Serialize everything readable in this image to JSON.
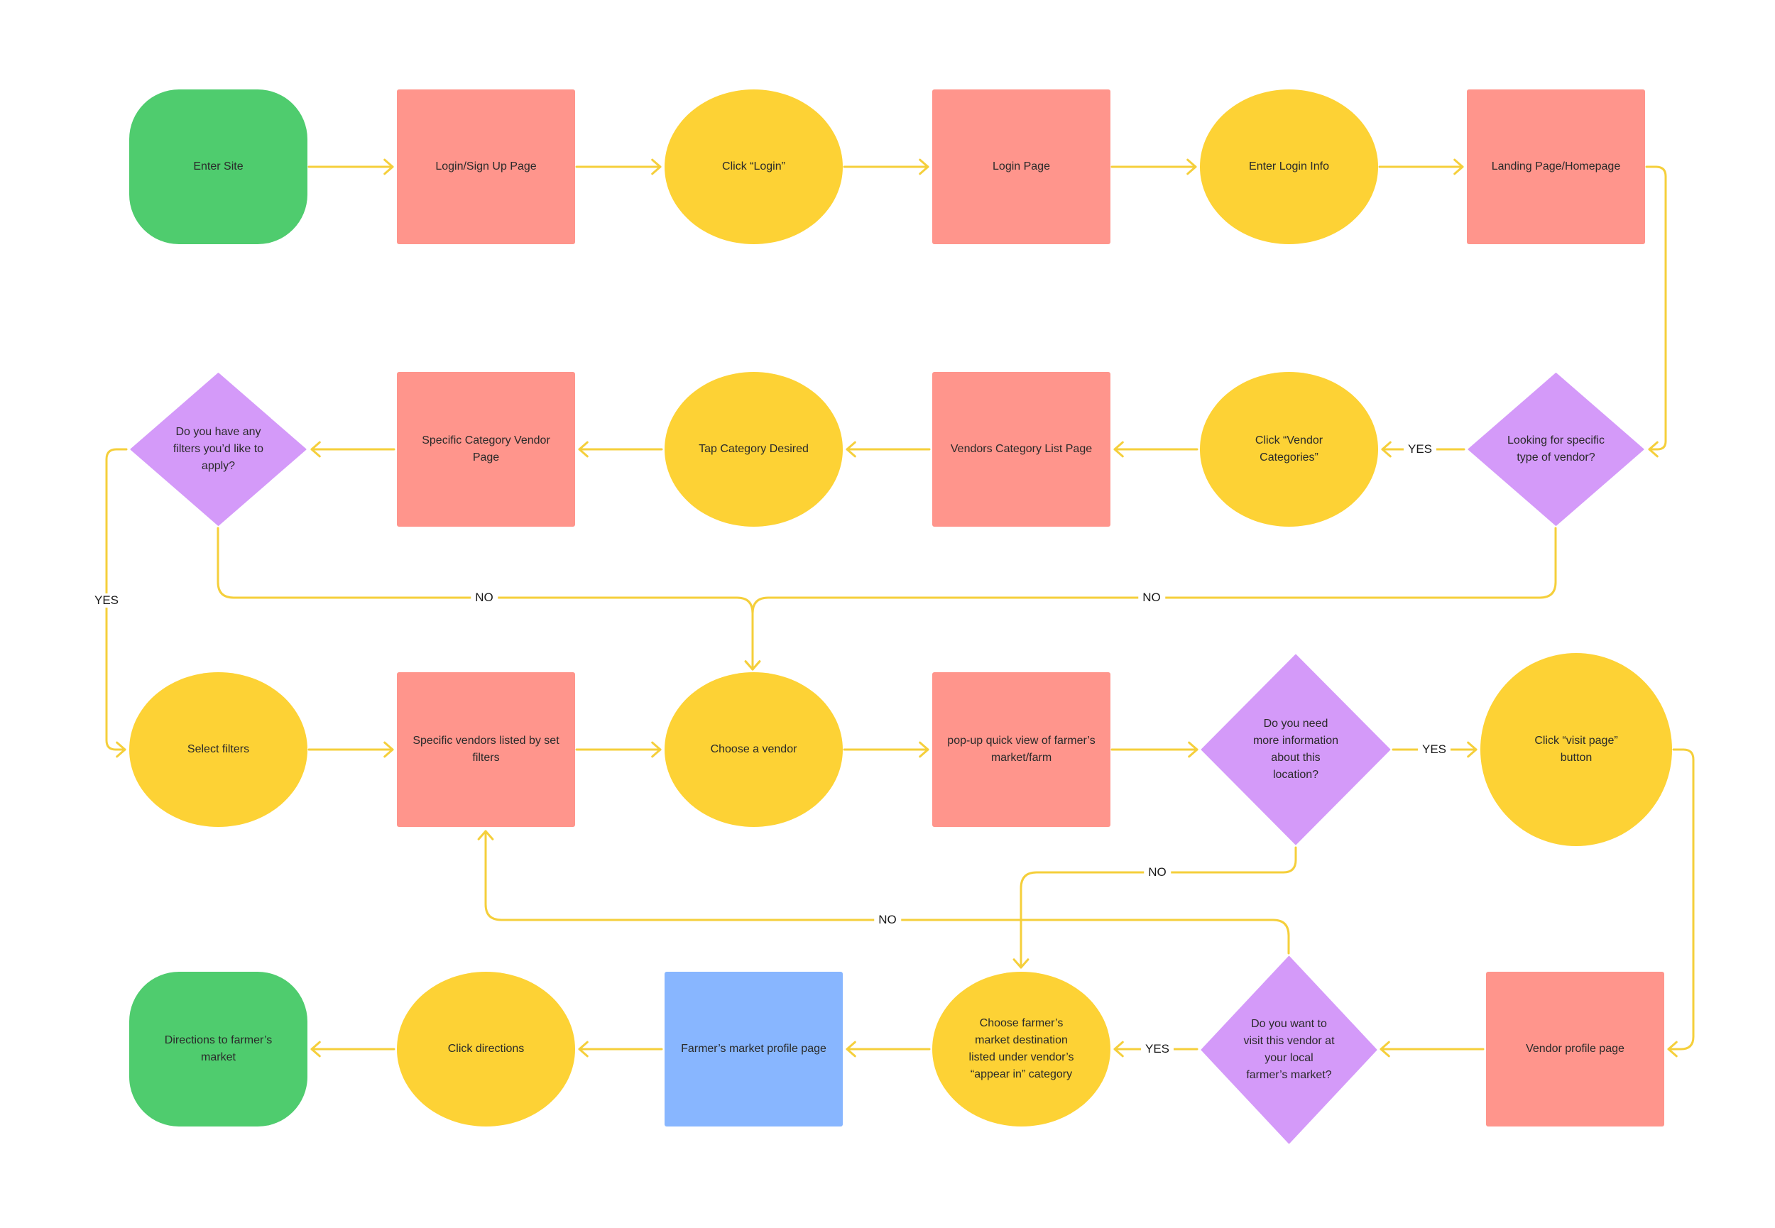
{
  "colors": {
    "terminal": "#4fcc6e",
    "page": "#ff958c",
    "action": "#fdd235",
    "decision": "#d49af9",
    "profile": "#88b6ff",
    "edge": "#f5cf3b"
  },
  "nodes": [
    {
      "id": "enter_site",
      "shape": "terminal",
      "label": "Enter Site"
    },
    {
      "id": "login_signup",
      "shape": "page",
      "label": "Login/Sign Up Page"
    },
    {
      "id": "click_login",
      "shape": "action",
      "label": "Click “Login”"
    },
    {
      "id": "login_page",
      "shape": "page",
      "label": "Login Page"
    },
    {
      "id": "enter_login_info",
      "shape": "action",
      "label": "Enter Login Info"
    },
    {
      "id": "landing_page",
      "shape": "page",
      "label": "Landing Page/Homepage"
    },
    {
      "id": "looking_specific",
      "shape": "decision",
      "label": "Looking for specific type of vendor?"
    },
    {
      "id": "click_vendor_categories",
      "shape": "action",
      "label": "Click “Vendor Categories”"
    },
    {
      "id": "vendors_category_list",
      "shape": "page",
      "label": "Vendors Category List Page"
    },
    {
      "id": "tap_category",
      "shape": "action",
      "label": "Tap Category Desired"
    },
    {
      "id": "specific_category_page",
      "shape": "page",
      "label": "Specific Category Vendor Page"
    },
    {
      "id": "filters_question",
      "shape": "decision",
      "label": "Do you have any filters you’d like to apply?"
    },
    {
      "id": "select_filters",
      "shape": "action",
      "label": "Select filters"
    },
    {
      "id": "vendors_by_filters",
      "shape": "page",
      "label": "Specific vendors listed by set filters"
    },
    {
      "id": "choose_vendor",
      "shape": "action",
      "label": "Choose a vendor"
    },
    {
      "id": "popup_quick_view",
      "shape": "page",
      "label": "pop-up quick view of farmer’s market/farm"
    },
    {
      "id": "need_more_info",
      "shape": "decision",
      "label": "Do you need more information about this location?"
    },
    {
      "id": "click_visit_page",
      "shape": "action",
      "label": "Click “visit page” button"
    },
    {
      "id": "vendor_profile",
      "shape": "page",
      "label": "Vendor profile page"
    },
    {
      "id": "visit_vendor_question",
      "shape": "decision",
      "label": "Do you want to visit this vendor at your local farmer’s market?"
    },
    {
      "id": "choose_destination",
      "shape": "action",
      "label": "Choose farmer’s market destination listed under vendor’s “appear in” category"
    },
    {
      "id": "market_profile",
      "shape": "profile",
      "label": "Farmer’s market profile page"
    },
    {
      "id": "click_directions",
      "shape": "action",
      "label": "Click directions"
    },
    {
      "id": "directions",
      "shape": "terminal",
      "label": "Directions to farmer’s market"
    }
  ],
  "edges": [
    {
      "from": "enter_site",
      "to": "login_signup",
      "label": ""
    },
    {
      "from": "login_signup",
      "to": "click_login",
      "label": ""
    },
    {
      "from": "click_login",
      "to": "login_page",
      "label": ""
    },
    {
      "from": "login_page",
      "to": "enter_login_info",
      "label": ""
    },
    {
      "from": "enter_login_info",
      "to": "landing_page",
      "label": ""
    },
    {
      "from": "landing_page",
      "to": "looking_specific",
      "label": ""
    },
    {
      "from": "looking_specific",
      "to": "click_vendor_categories",
      "label": "YES"
    },
    {
      "from": "looking_specific",
      "to": "choose_vendor",
      "label": "NO"
    },
    {
      "from": "click_vendor_categories",
      "to": "vendors_category_list",
      "label": ""
    },
    {
      "from": "vendors_category_list",
      "to": "tap_category",
      "label": ""
    },
    {
      "from": "tap_category",
      "to": "specific_category_page",
      "label": ""
    },
    {
      "from": "specific_category_page",
      "to": "filters_question",
      "label": ""
    },
    {
      "from": "filters_question",
      "to": "select_filters",
      "label": "YES"
    },
    {
      "from": "filters_question",
      "to": "choose_vendor",
      "label": "NO"
    },
    {
      "from": "select_filters",
      "to": "vendors_by_filters",
      "label": ""
    },
    {
      "from": "vendors_by_filters",
      "to": "choose_vendor",
      "label": ""
    },
    {
      "from": "choose_vendor",
      "to": "popup_quick_view",
      "label": ""
    },
    {
      "from": "popup_quick_view",
      "to": "need_more_info",
      "label": ""
    },
    {
      "from": "need_more_info",
      "to": "click_visit_page",
      "label": "YES"
    },
    {
      "from": "need_more_info",
      "to": "choose_destination",
      "label": "NO"
    },
    {
      "from": "click_visit_page",
      "to": "vendor_profile",
      "label": ""
    },
    {
      "from": "vendor_profile",
      "to": "visit_vendor_question",
      "label": ""
    },
    {
      "from": "visit_vendor_question",
      "to": "choose_destination",
      "label": "YES"
    },
    {
      "from": "visit_vendor_question",
      "to": "vendors_by_filters",
      "label": "NO"
    },
    {
      "from": "choose_destination",
      "to": "market_profile",
      "label": ""
    },
    {
      "from": "market_profile",
      "to": "click_directions",
      "label": ""
    },
    {
      "from": "click_directions",
      "to": "directions",
      "label": ""
    }
  ]
}
